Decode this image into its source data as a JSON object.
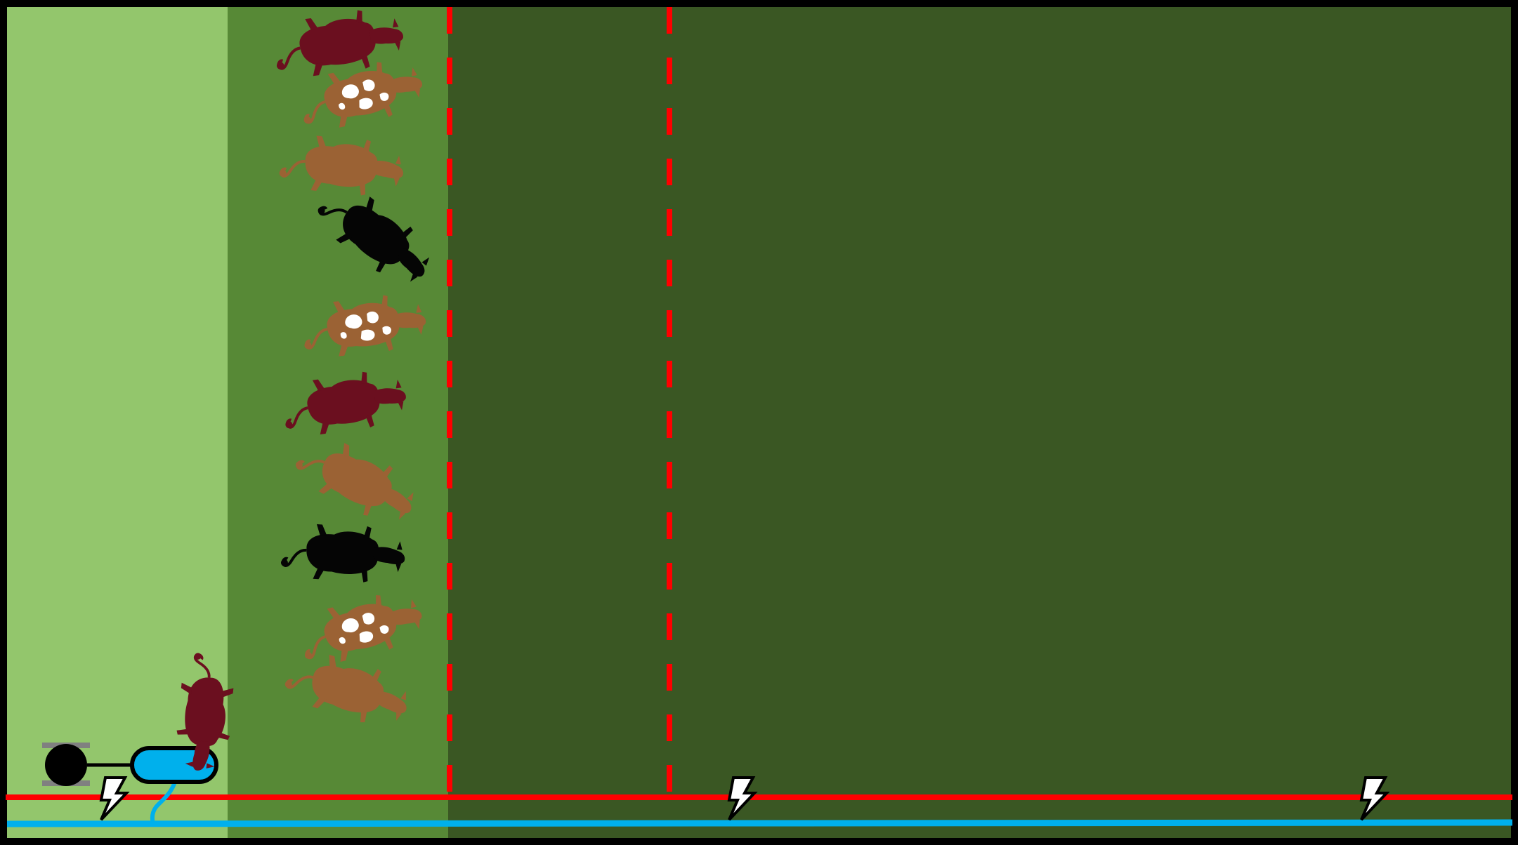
{
  "diagram": {
    "colors": {
      "frame": "#000000",
      "zone_grazed": "#93c66c",
      "zone_current": "#578936",
      "zone_ungrazed": "#3a5723",
      "fence_line": "#ff0000",
      "water_pipe": "#00b0ec",
      "water_trough": "#00b0ec",
      "energizer_frame": "#808080",
      "cow_dark_red": "#6b0f1f",
      "cow_brown": "#9b6234",
      "cow_black": "#050505",
      "cow_spotted_white": "#ffffff"
    },
    "zones": [
      {
        "name": "grazed-strip"
      },
      {
        "name": "current-strip"
      },
      {
        "name": "ungrazed-strip"
      }
    ],
    "fences": [
      {
        "name": "front-electric-fence",
        "style": "dashed"
      },
      {
        "name": "next-electric-fence",
        "style": "dashed"
      },
      {
        "name": "perimeter-electric-fence",
        "style": "solid"
      }
    ],
    "icons": {
      "lightning": "lightning-icon",
      "energizer": "energizer-icon",
      "water_trough": "water-trough-icon",
      "cow": "cow-icon"
    },
    "cows": [
      {
        "color": "cow_dark_red",
        "heading": "right"
      },
      {
        "color": "cow_spotted",
        "heading": "right"
      },
      {
        "color": "cow_brown",
        "heading": "right"
      },
      {
        "color": "cow_black",
        "heading": "down-right"
      },
      {
        "color": "cow_spotted",
        "heading": "right"
      },
      {
        "color": "cow_dark_red",
        "heading": "right"
      },
      {
        "color": "cow_brown",
        "heading": "down-right"
      },
      {
        "color": "cow_black",
        "heading": "right"
      },
      {
        "color": "cow_spotted",
        "heading": "right"
      },
      {
        "color": "cow_brown",
        "heading": "down-right"
      },
      {
        "color": "cow_dark_red",
        "heading": "down"
      }
    ]
  }
}
